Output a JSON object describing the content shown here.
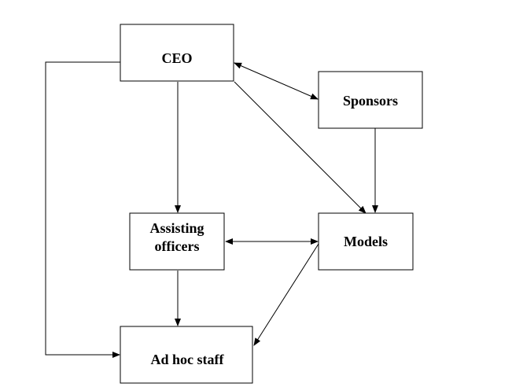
{
  "diagram": {
    "nodes": {
      "ceo": {
        "label": "CEO"
      },
      "sponsors": {
        "label": "Sponsors"
      },
      "assisting": {
        "label_line1": "Assisting",
        "label_line2": "officers"
      },
      "models": {
        "label": "Models"
      },
      "adhoc": {
        "label": "Ad hoc staff"
      }
    },
    "edges": [
      {
        "from": "CEO",
        "to": "Sponsors",
        "direction": "both"
      },
      {
        "from": "CEO",
        "to": "Models",
        "direction": "forward"
      },
      {
        "from": "CEO",
        "to": "Assisting officers",
        "direction": "forward"
      },
      {
        "from": "CEO",
        "to": "Ad hoc staff",
        "direction": "forward"
      },
      {
        "from": "Sponsors",
        "to": "Models",
        "direction": "forward"
      },
      {
        "from": "Assisting officers",
        "to": "Models",
        "direction": "both"
      },
      {
        "from": "Assisting officers",
        "to": "Ad hoc staff",
        "direction": "forward"
      },
      {
        "from": "Models",
        "to": "Ad hoc staff",
        "direction": "forward"
      }
    ]
  }
}
